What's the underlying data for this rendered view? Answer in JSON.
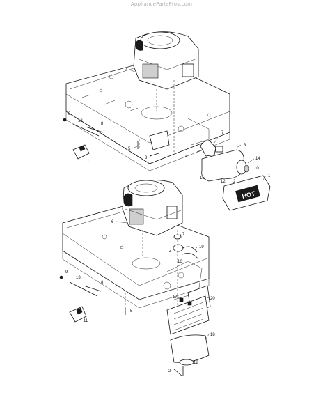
{
  "watermark": "AppliancePartsPros.com",
  "callouts": {
    "top": [
      "4",
      "5",
      "3",
      "9",
      "13",
      "8",
      "11",
      "7",
      "4",
      "3",
      "14",
      "10",
      "12",
      "2",
      "15",
      "1"
    ],
    "bottom": [
      "6",
      "7",
      "19",
      "4",
      "16",
      "9",
      "13",
      "8",
      "5",
      "11",
      "17",
      "20",
      "18",
      "12",
      "2"
    ]
  },
  "muffler_logo": "HOT"
}
